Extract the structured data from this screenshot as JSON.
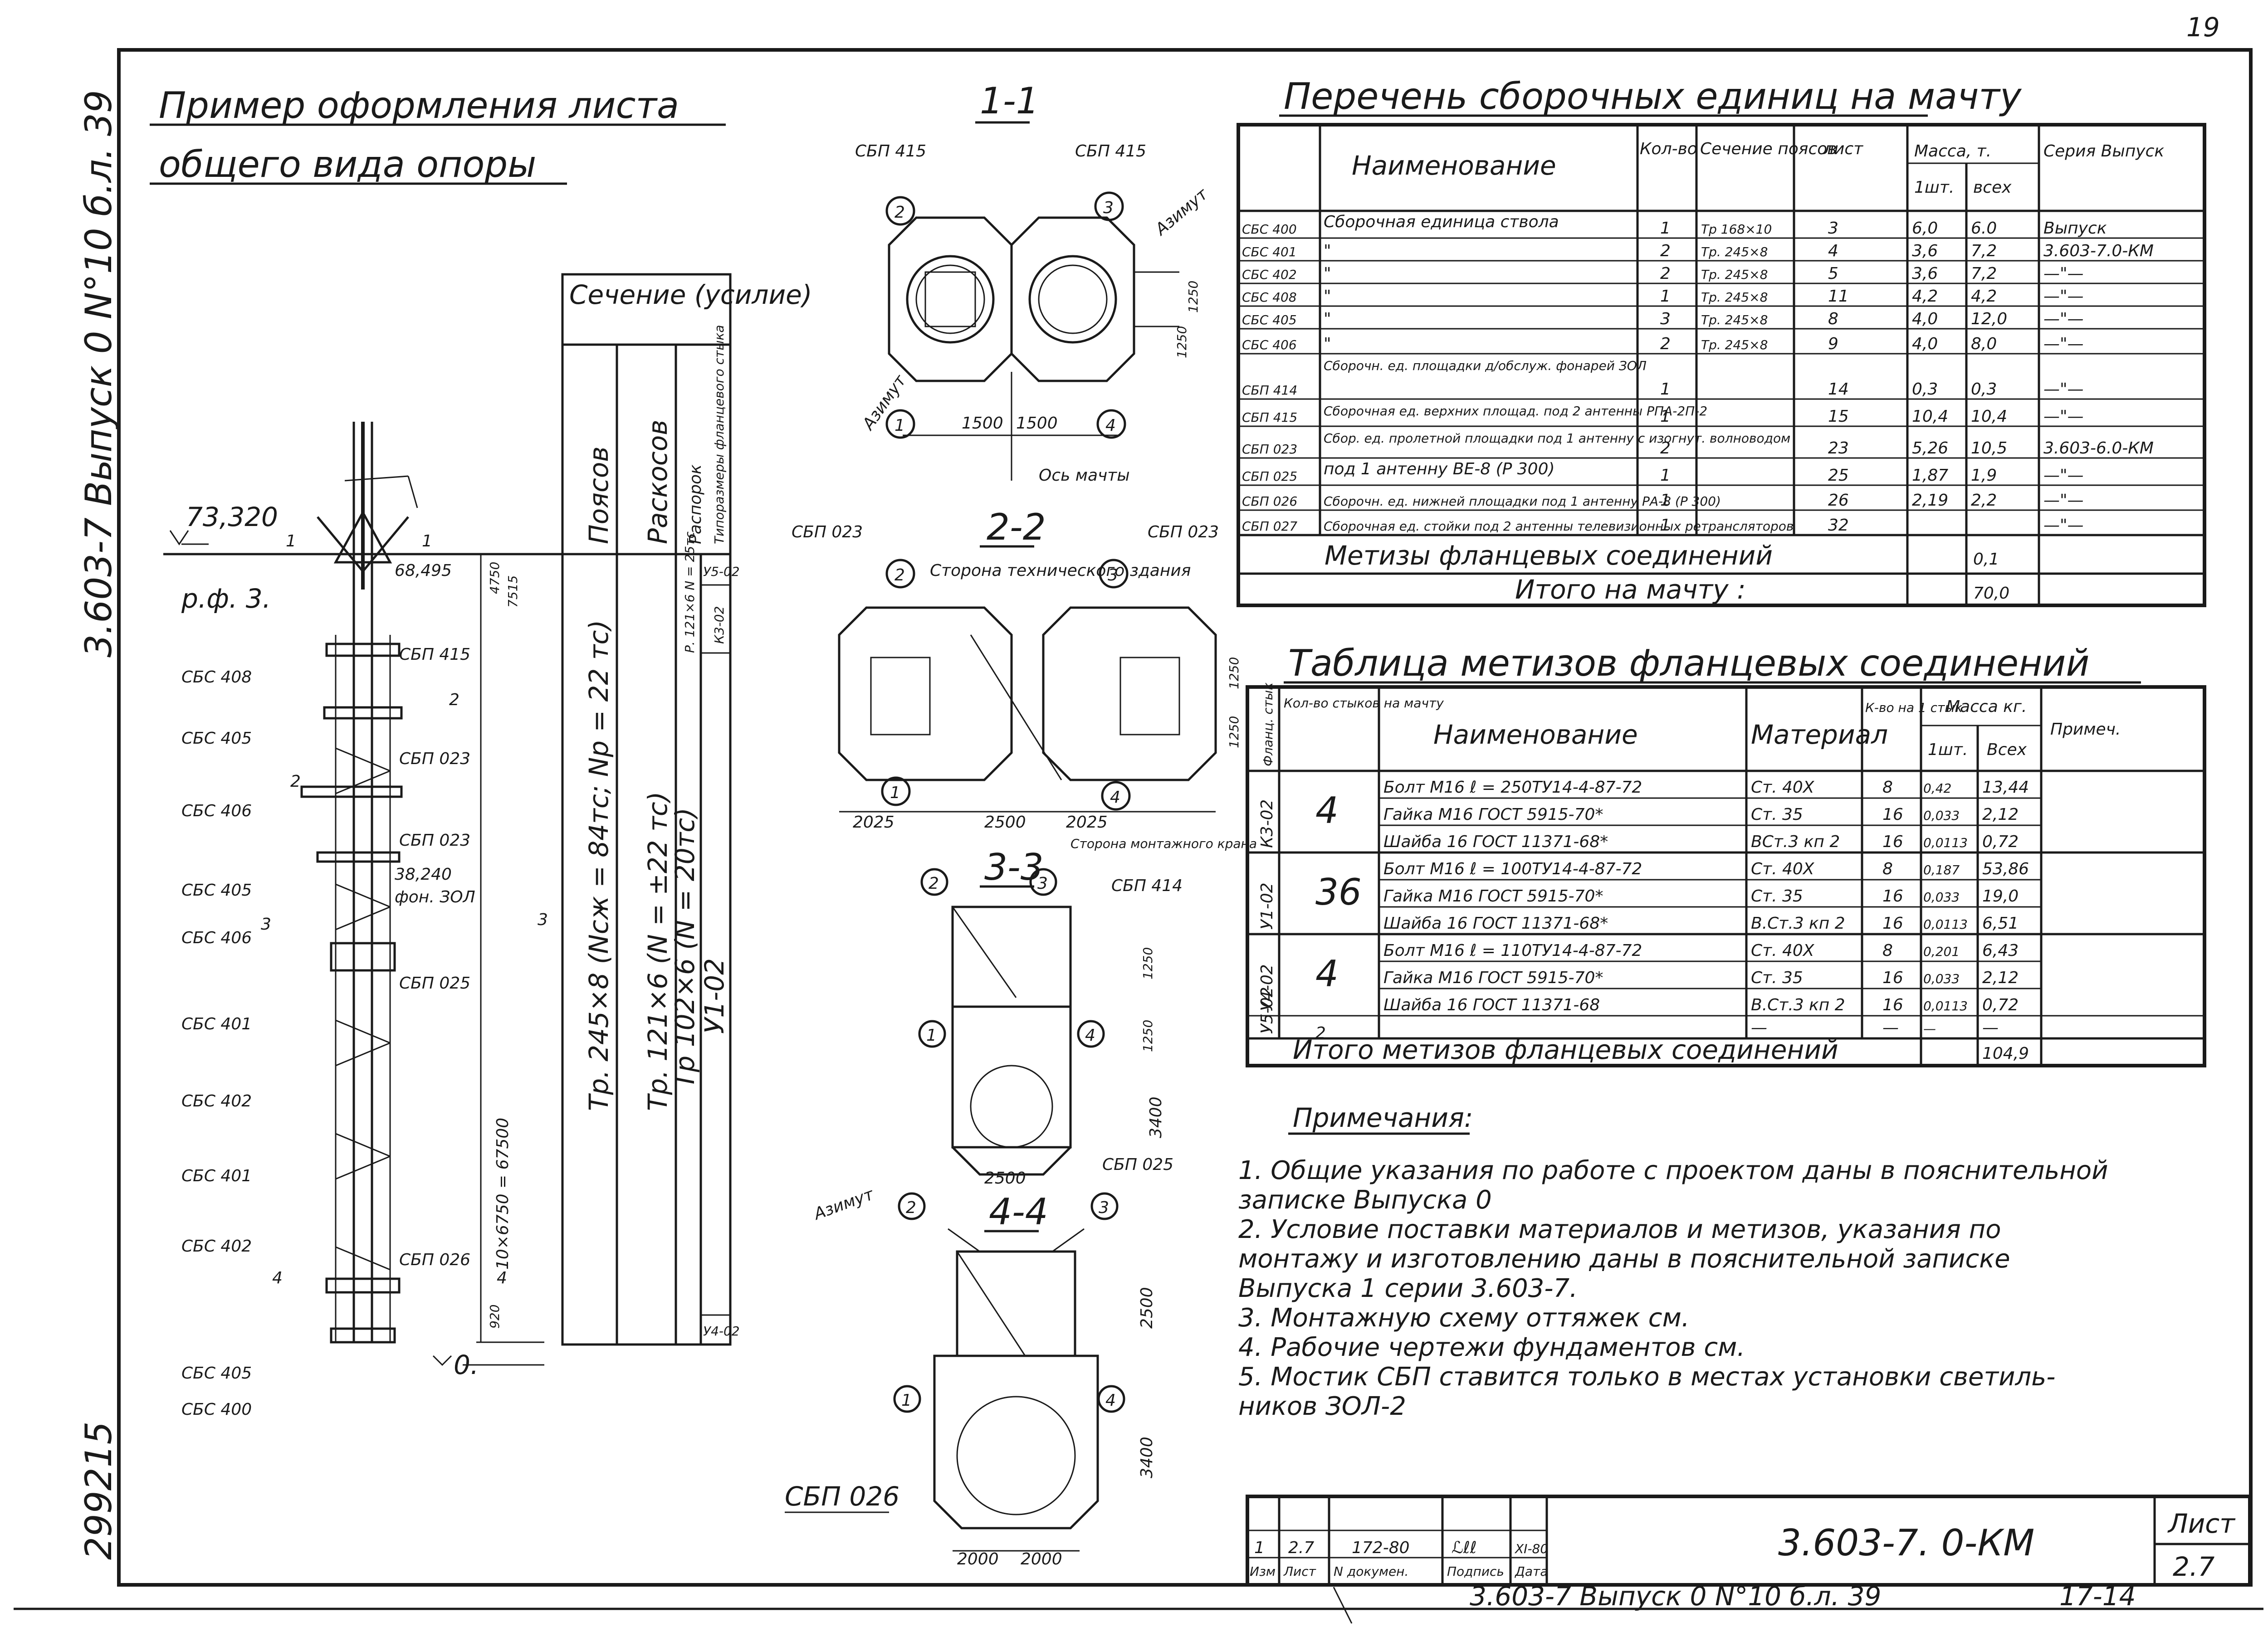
{
  "sheet": {
    "title_line1": "Пример оформления листа",
    "title_line2": "общего вида опоры",
    "left_margin_code": "3.603-7 Выпуск 0 N°10 б.л. 39",
    "left_margin_number": "299215",
    "corner_mark": "19"
  },
  "drawing": {
    "elev_top": "73,320",
    "elev_platform": "68,495",
    "elev_mid": "38,240",
    "elev_mid_note": "фон. ЗОЛ",
    "elev_zero": "0.",
    "ref_label": "р.ф. 3.",
    "dim_total": "10×6750 = 67500",
    "dim_top": "4750",
    "dim_top2": "7515",
    "dim_bottom": "920",
    "labels_left": [
      "СБС 408",
      "СБС 405",
      "СБС 406",
      "СБС 405",
      "СБС 406",
      "СБС 401",
      "СБС 402",
      "СБС 401",
      "СБС 402",
      "СБС 405",
      "СБС 400"
    ],
    "labels_right": [
      "СБП 415",
      "СБП 023",
      "СБП 023",
      "СБП 025",
      "СБП 026"
    ],
    "section_marks": [
      "1",
      "1",
      "2",
      "2",
      "3",
      "3",
      "4",
      "4"
    ]
  },
  "section_table": {
    "header": "Сечение (усилие)",
    "col_heads": [
      "Поясов",
      "Раскосов",
      "Распорок",
      "Типоразмеры фланцевого стыка"
    ],
    "poyas": "Тр. 245×8 (Nсж = 84тс; Nр = 22 тс)",
    "raskos": "Тр. 121×6  (N = ±22 тс)",
    "raspor_top": "Р. 121×6 N = 25тс",
    "raspor_main": "Тр 102×6 (N = 20тс)",
    "flange_codes": [
      "У5-02",
      "К3-02",
      "У1-02",
      "У4-02"
    ]
  },
  "sections": {
    "s1": {
      "title": "1-1",
      "tags": [
        "СБП 415",
        "СБП 415"
      ],
      "azimuth": "Азимут",
      "axis": "Ось мачты",
      "dims": [
        "1500",
        "1500",
        "1250",
        "1250"
      ],
      "nodes": [
        "2",
        "3",
        "1",
        "4"
      ]
    },
    "s2": {
      "title": "2-2",
      "subtitle": "Сторона технического здания",
      "tags": [
        "СБП 023",
        "СБП 023"
      ],
      "bottom": "Сторона монтажного крана",
      "dims": [
        "2025",
        "2500",
        "2025",
        "1250",
        "1250"
      ],
      "nodes": [
        "2",
        "3",
        "1",
        "4"
      ]
    },
    "s3": {
      "title": "3-3",
      "tags": [
        "СБП 414",
        "СБП 025"
      ],
      "dims": [
        "1250",
        "1250",
        "3400",
        "2500"
      ],
      "nodes": [
        "2",
        "3",
        "1",
        "4"
      ]
    },
    "s4": {
      "title": "4-4",
      "tags": [
        "СБП 026"
      ],
      "dims": [
        "2500",
        "3400",
        "2000",
        "2000"
      ],
      "nodes": [
        "2",
        "3",
        "1",
        "4"
      ]
    }
  },
  "assembly_list": {
    "title": "Перечень сборочных единиц на мачту",
    "headers": [
      "Наименование",
      "Кол-во",
      "Сечение поясов",
      "лист",
      "Масса, т.",
      "1шт.",
      "всех",
      "Серия Выпуск"
    ],
    "rows": [
      {
        "code": "СБС 400",
        "name": "Сборочная единица ствола",
        "qty": "1",
        "sec": "Тр 168×10",
        "sheet": "3",
        "m1": "6,0",
        "mall": "6.0",
        "series": "Выпуск"
      },
      {
        "code": "СБС 401",
        "name": "\"",
        "qty": "2",
        "sec": "Тр. 245×8",
        "sheet": "4",
        "m1": "3,6",
        "mall": "7,2",
        "series": "3.603-7.0-КМ"
      },
      {
        "code": "СБС 402",
        "name": "\"",
        "qty": "2",
        "sec": "Тр. 245×8",
        "sheet": "5",
        "m1": "3,6",
        "mall": "7,2",
        "series": "—\"—"
      },
      {
        "code": "СБС 408",
        "name": "\"",
        "qty": "1",
        "sec": "Тр. 245×8",
        "sheet": "11",
        "m1": "4,2",
        "mall": "4,2",
        "series": "—\"—"
      },
      {
        "code": "СБС 405",
        "name": "\"",
        "qty": "3",
        "sec": "Тр. 245×8",
        "sheet": "8",
        "m1": "4,0",
        "mall": "12,0",
        "series": "—\"—"
      },
      {
        "code": "СБС 406",
        "name": "\"",
        "qty": "2",
        "sec": "Тр. 245×8",
        "sheet": "9",
        "m1": "4,0",
        "mall": "8,0",
        "series": "—\"—"
      },
      {
        "code": "СБП 414",
        "name": "Сборочн. ед. площадки д/обслуж. фонарей ЗОЛ",
        "qty": "1",
        "sec": "",
        "sheet": "14",
        "m1": "0,3",
        "mall": "0,3",
        "series": "—\"—"
      },
      {
        "code": "СБП 415",
        "name": "Сборочная ед. верхних площад. под 2 антенны РПА-2П-2",
        "qty": "1",
        "sec": "",
        "sheet": "15",
        "m1": "10,4",
        "mall": "10,4",
        "series": "—\"—"
      },
      {
        "code": "СБП 023",
        "name": "Сбор. ед. пролетной площадки под 1 антенну с изогнут. волноводом",
        "qty": "2",
        "sec": "",
        "sheet": "23",
        "m1": "5,26",
        "mall": "10,5",
        "series": "3.603-6.0-КМ"
      },
      {
        "code": "СБП 025",
        "name": "под 1 антенну ВЕ-8 (Р 300)",
        "qty": "1",
        "sec": "",
        "sheet": "25",
        "m1": "1,87",
        "mall": "1,9",
        "series": "—\"—"
      },
      {
        "code": "СБП 026",
        "name": "Сборочн. ед. нижней площадки под 1 антенну РА-8 (Р 300)",
        "qty": "1",
        "sec": "",
        "sheet": "26",
        "m1": "2,19",
        "mall": "2,2",
        "series": "—\"—"
      },
      {
        "code": "СБП 027",
        "name": "Сборочная ед. стойки под 2 антенны телевизионных ретрансляторов",
        "qty": "1",
        "sec": "",
        "sheet": "32",
        "m1": "",
        "mall": "",
        "series": "—\"—"
      }
    ],
    "bolts_row": {
      "label": "Метизы фланцевых соединений",
      "mall": "0,1"
    },
    "total_row": {
      "label": "Итого на мачту :",
      "mall": "70,0"
    }
  },
  "hardware_table": {
    "title": "Таблица метизов фланцевых соединений",
    "headers": [
      "Фланц. стык",
      "Кол-во стыков на мачту",
      "Наименование",
      "Материал",
      "К-во на 1 стык",
      "Масса кг.",
      "1шт.",
      "Всех",
      "Примеч."
    ],
    "groups": [
      {
        "code": "К3-02",
        "count": "4",
        "items": [
          {
            "name": "Болт М16 ℓ = 250ТУ14-4-87-72",
            "mat": "Ст. 40Х",
            "qty": "8",
            "m1": "0,42",
            "mall": "13,44"
          },
          {
            "name": "Гайка М16 ГОСТ 5915-70*",
            "mat": "Ст. 35",
            "qty": "16",
            "m1": "0,033",
            "mall": "2,12"
          },
          {
            "name": "Шайба 16 ГОСТ 11371-68*",
            "mat": "ВСт.3 кп 2",
            "qty": "16",
            "m1": "0,0113",
            "mall": "0,72"
          }
        ]
      },
      {
        "code": "У1-02",
        "count": "36",
        "items": [
          {
            "name": "Болт М16 ℓ = 100ТУ14-4-87-72",
            "mat": "Ст. 40Х",
            "qty": "8",
            "m1": "0,187",
            "mall": "53,86"
          },
          {
            "name": "Гайка М16 ГОСТ 5915-70*",
            "mat": "Ст. 35",
            "qty": "16",
            "m1": "0,033",
            "mall": "19,0"
          },
          {
            "name": "Шайба 16 ГОСТ 11371-68*",
            "mat": "В.Ст.3 кп 2",
            "qty": "16",
            "m1": "0,0113",
            "mall": "6,51"
          }
        ]
      },
      {
        "code": "У4-02",
        "count": "4",
        "items": [
          {
            "name": "Болт М16 ℓ = 110ТУ14-4-87-72",
            "mat": "Ст. 40Х",
            "qty": "8",
            "m1": "0,201",
            "mall": "6,43"
          },
          {
            "name": "Гайка М16 ГОСТ 5915-70*",
            "mat": "Ст. 35",
            "qty": "16",
            "m1": "0,033",
            "mall": "2,12"
          },
          {
            "name": "Шайба 16 ГОСТ 11371-68",
            "mat": "В.Ст.3 кп 2",
            "qty": "16",
            "m1": "0,0113",
            "mall": "0,72"
          }
        ]
      },
      {
        "code": "У5-02",
        "count": "2",
        "items": [
          {
            "name": "",
            "mat": "—",
            "qty": "—",
            "m1": "—",
            "mall": "—"
          }
        ]
      }
    ],
    "total_row": {
      "label": "Итого метизов фланцевых соединений",
      "mall": "104,9"
    }
  },
  "notes": {
    "title": "Примечания:",
    "lines": [
      "1. Общие указания по работе с проектом даны в пояснительной",
      "    записке Выпуска 0",
      "2. Условие поставки материалов и метизов, указания по",
      "    монтажу и изготовлению даны в пояснительной записке",
      "    Выпуска 1  серии 3.603-7.",
      "3. Монтажную схему оттяжек см.",
      "4. Рабочие чертежи фундаментов см.",
      "5. Мостик СБП ставится только в местах установки светиль-",
      "    ников ЗОЛ-2"
    ]
  },
  "title_block": {
    "izm": "1",
    "list": "2.7",
    "doc": "172-80",
    "sign": "ℒℓℓ",
    "date": "XI-80",
    "head_labels": [
      "Изм",
      "Лист",
      "N докумен.",
      "Подпись",
      "Дата"
    ],
    "designation": "3.603-7. 0-КМ",
    "sheet_label": "Лист",
    "sheet_no": "2.7"
  },
  "footer": {
    "code": "3.603-7 Выпуск 0  N°10  б.л. 39",
    "tail": "17-14"
  }
}
